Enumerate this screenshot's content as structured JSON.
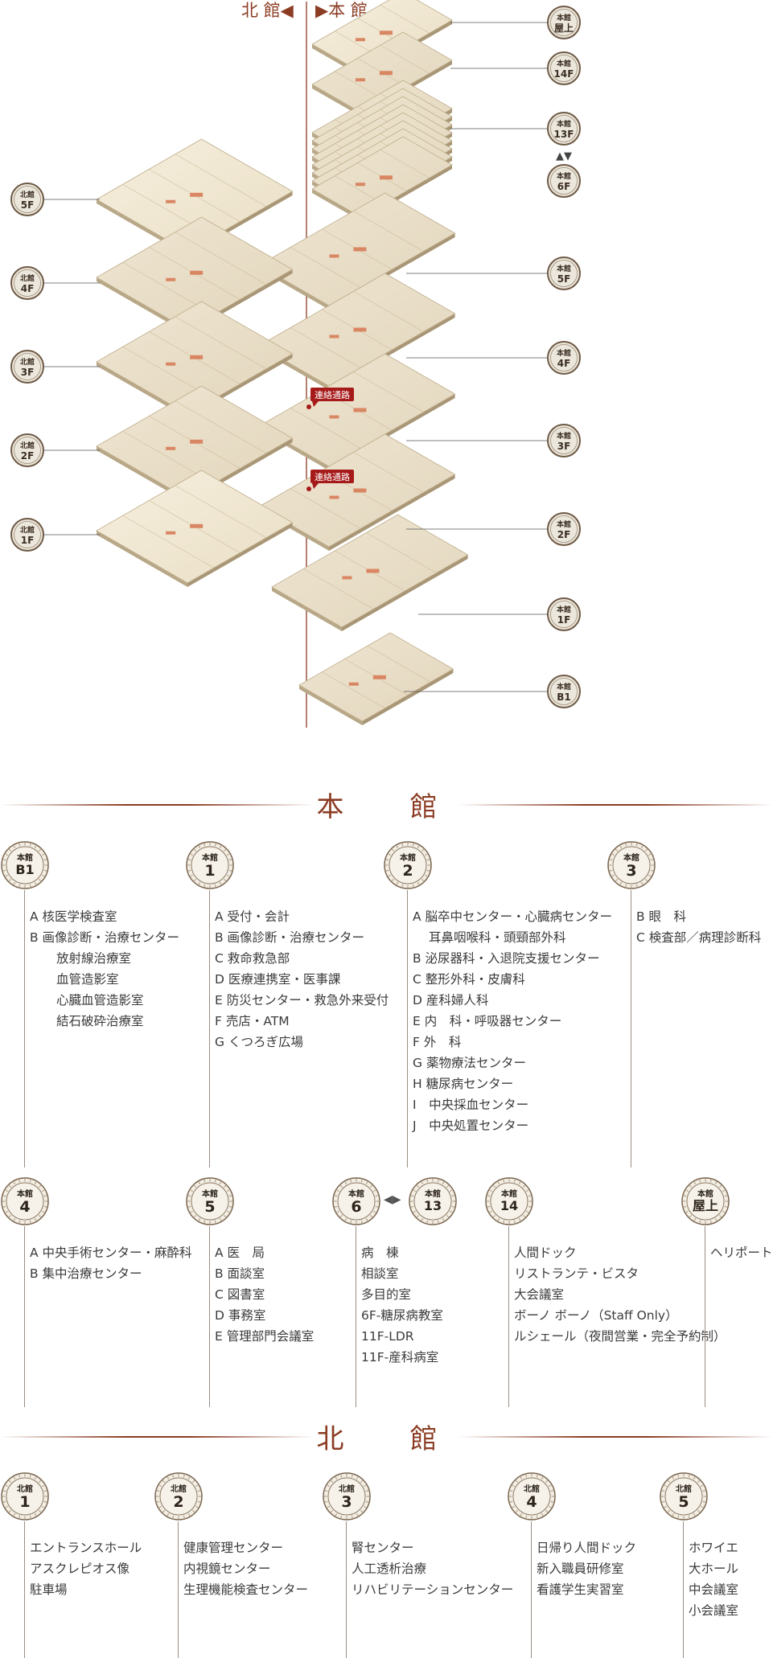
{
  "header": {
    "north_label": "北 館◀",
    "main_label": "▶本 館"
  },
  "connector_label": "連絡通路",
  "main_badges": [
    {
      "top": "本館",
      "bottom": "屋上"
    },
    {
      "top": "本館",
      "bottom": "14F"
    },
    {
      "top": "本館",
      "bottom": "13F"
    },
    {
      "top": "本館",
      "bottom": "6F"
    },
    {
      "top": "本館",
      "bottom": "5F"
    },
    {
      "top": "本館",
      "bottom": "4F"
    },
    {
      "top": "本館",
      "bottom": "3F"
    },
    {
      "top": "本館",
      "bottom": "2F"
    },
    {
      "top": "本館",
      "bottom": "1F"
    },
    {
      "top": "本館",
      "bottom": "B1"
    }
  ],
  "north_badges": [
    {
      "top": "北館",
      "bottom": "5F"
    },
    {
      "top": "北館",
      "bottom": "4F"
    },
    {
      "top": "北館",
      "bottom": "3F"
    },
    {
      "top": "北館",
      "bottom": "2F"
    },
    {
      "top": "北館",
      "bottom": "1F"
    }
  ],
  "colors": {
    "accent": "#8b3c23",
    "connector": "#a61a1a",
    "badge_fill": "#ece7dc",
    "badge_ring": "#6e5a46"
  },
  "main_section": {
    "title": "本　館",
    "floors": [
      {
        "badge_top": "本館",
        "badge_num": "B1",
        "items": [
          {
            "t": "A 核医学検査室",
            "c": ""
          },
          {
            "t": "B 画像診断・治療センター",
            "c": ""
          },
          {
            "t": "放射線治療室",
            "c": "sub"
          },
          {
            "t": "血管造影室",
            "c": "sub"
          },
          {
            "t": "心臓血管造影室",
            "c": "sub"
          },
          {
            "t": "結石破砕治療室",
            "c": "sub"
          }
        ]
      },
      {
        "badge_top": "本館",
        "badge_num": "1",
        "items": [
          {
            "t": "A 受付・会計",
            "c": ""
          },
          {
            "t": "B 画像診断・治療センター",
            "c": ""
          },
          {
            "t": "C 救命救急部",
            "c": ""
          },
          {
            "t": "D 医療連携室・医事課",
            "c": ""
          },
          {
            "t": "E 防災センター・救急外来受付",
            "c": ""
          },
          {
            "t": "F 売店・ATM",
            "c": ""
          },
          {
            "t": "G くつろぎ広場",
            "c": ""
          }
        ]
      },
      {
        "badge_top": "本館",
        "badge_num": "2",
        "items": [
          {
            "t": "A 脳卒中センター・心臓病センター",
            "c": ""
          },
          {
            "t": "耳鼻咽喉科・頭頸部外科",
            "c": "sub2"
          },
          {
            "t": "B 泌尿器科・入退院支援センター",
            "c": ""
          },
          {
            "t": "C 整形外科・皮膚科",
            "c": ""
          },
          {
            "t": "D 産科婦人科",
            "c": ""
          },
          {
            "t": "E 内　科・呼吸器センター",
            "c": ""
          },
          {
            "t": "F 外　科",
            "c": ""
          },
          {
            "t": "G 薬物療法センター",
            "c": ""
          },
          {
            "t": "H 糖尿病センター",
            "c": ""
          },
          {
            "t": "I　中央採血センター",
            "c": ""
          },
          {
            "t": "J　中央処置センター",
            "c": ""
          }
        ]
      },
      {
        "badge_top": "本館",
        "badge_num": "3",
        "items": [
          {
            "t": "B 眼　科",
            "c": ""
          },
          {
            "t": "C 検査部／病理診断科",
            "c": ""
          }
        ]
      },
      {
        "badge_top": "本館",
        "badge_num": "4",
        "items": [
          {
            "t": "A 中央手術センター・麻酔科",
            "c": ""
          },
          {
            "t": "B 集中治療センター",
            "c": ""
          }
        ]
      },
      {
        "badge_top": "本館",
        "badge_num": "5",
        "items": [
          {
            "t": "A 医　局",
            "c": ""
          },
          {
            "t": "B 面談室",
            "c": ""
          },
          {
            "t": "C 図書室",
            "c": ""
          },
          {
            "t": "D 事務室",
            "c": ""
          },
          {
            "t": "E 管理部門会議室",
            "c": ""
          }
        ]
      },
      {
        "badge_top": "本館",
        "badge_num": "6",
        "items": [
          {
            "t": "病　棟",
            "c": ""
          },
          {
            "t": "相談室",
            "c": ""
          },
          {
            "t": "多目的室",
            "c": ""
          },
          {
            "t": "6F-糖尿病教室",
            "c": ""
          },
          {
            "t": "11F-LDR",
            "c": ""
          },
          {
            "t": "11F-産科病室",
            "c": ""
          }
        ]
      },
      {
        "badge_top": "本館",
        "badge_num": "13",
        "items": []
      },
      {
        "badge_top": "本館",
        "badge_num": "14",
        "items": [
          {
            "t": "人間ドック",
            "c": ""
          },
          {
            "t": "リストランテ・ビスタ",
            "c": ""
          },
          {
            "t": "大会議室",
            "c": ""
          },
          {
            "t": "ボーノ ボーノ（Staff Only）",
            "c": ""
          },
          {
            "t": "ルシェール（夜間営業・完全予約制）",
            "c": ""
          }
        ]
      },
      {
        "badge_top": "本館",
        "badge_num": "屋上",
        "items": [
          {
            "t": "ヘリポート",
            "c": ""
          }
        ]
      }
    ]
  },
  "north_section": {
    "title": "北　館",
    "floors": [
      {
        "badge_top": "北館",
        "badge_num": "1",
        "items": [
          {
            "t": "エントランスホール",
            "c": ""
          },
          {
            "t": "アスクレピオス像",
            "c": ""
          },
          {
            "t": "駐車場",
            "c": ""
          }
        ]
      },
      {
        "badge_top": "北館",
        "badge_num": "2",
        "items": [
          {
            "t": "健康管理センター",
            "c": ""
          },
          {
            "t": "内視鏡センター",
            "c": ""
          },
          {
            "t": "生理機能検査センター",
            "c": ""
          }
        ]
      },
      {
        "badge_top": "北館",
        "badge_num": "3",
        "items": [
          {
            "t": "腎センター",
            "c": ""
          },
          {
            "t": "人工透析治療",
            "c": ""
          },
          {
            "t": "リハビリテーションセンター",
            "c": ""
          }
        ]
      },
      {
        "badge_top": "北館",
        "badge_num": "4",
        "items": [
          {
            "t": "日帰り人間ドック",
            "c": ""
          },
          {
            "t": "新入職員研修室",
            "c": ""
          },
          {
            "t": "看護学生実習室",
            "c": ""
          }
        ]
      },
      {
        "badge_top": "北館",
        "badge_num": "5",
        "items": [
          {
            "t": "ホワイエ",
            "c": ""
          },
          {
            "t": "大ホール",
            "c": ""
          },
          {
            "t": "中会議室",
            "c": ""
          },
          {
            "t": "小会議室",
            "c": ""
          }
        ]
      }
    ]
  }
}
